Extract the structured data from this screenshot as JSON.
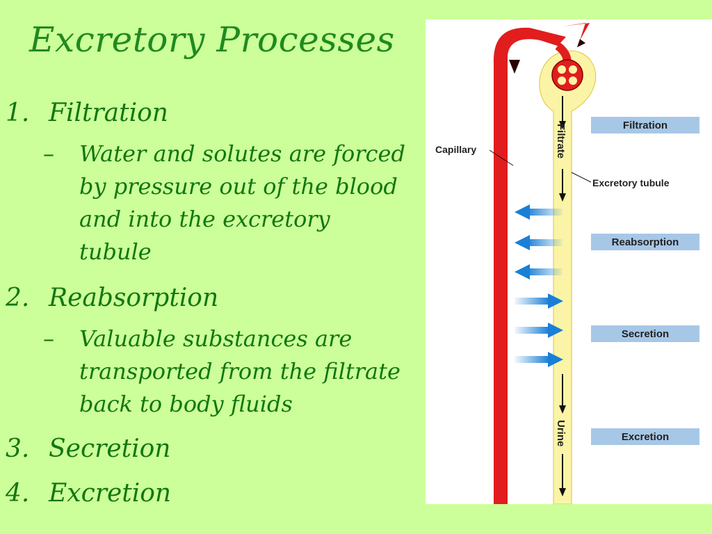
{
  "slide": {
    "title": "Excretory Processes",
    "items": [
      {
        "number": "1.",
        "label": "Filtration",
        "detail_lines": [
          "Water and solutes are forced",
          "by pressure out of the blood",
          "and into the excretory",
          "tubule"
        ]
      },
      {
        "number": "2.",
        "label": "Reabsorption",
        "detail_lines": [
          "Valuable substances are",
          "transported from the filtrate",
          "back to body fluids"
        ]
      },
      {
        "number": "3.",
        "label": "Secretion"
      },
      {
        "number": "4.",
        "label": "Excretion"
      }
    ],
    "dash": "–"
  },
  "diagram": {
    "labels": {
      "capillary": "Capillary",
      "filtrate": "Filtrate",
      "excretory_tubule": "Excretory tubule",
      "urine": "Urine",
      "filtration": "Filtration",
      "reabsorption": "Reabsorption",
      "secretion": "Secretion",
      "excretion": "Excretion"
    },
    "colors": {
      "background": "#ccff99",
      "title": "#1f8a1f",
      "capillary": "#e11d1d",
      "tubule": "#fbf4a6",
      "arrow": "#2a90e0",
      "box": "#a7c7e7"
    }
  }
}
